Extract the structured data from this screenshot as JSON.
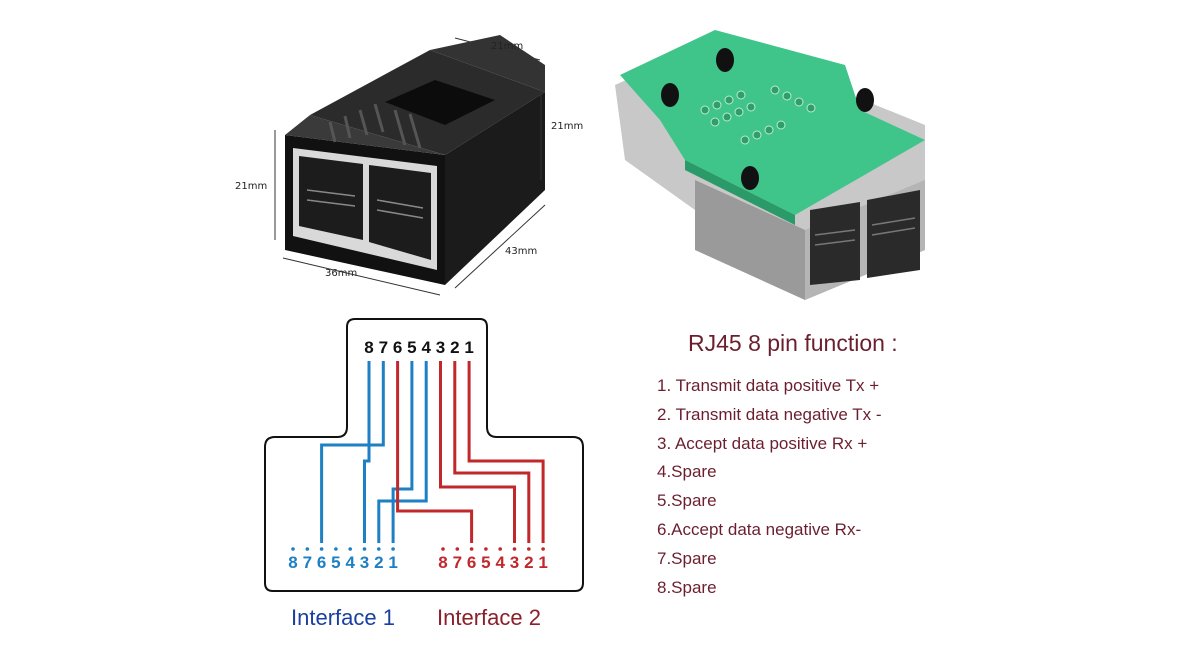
{
  "dimensions": {
    "top_width": "21mm",
    "top_right_height": "21mm",
    "left_height": "21mm",
    "depth": "43mm",
    "front_width": "36mm"
  },
  "pinout": {
    "top_pins": [
      "8",
      "7",
      "6",
      "5",
      "4",
      "3",
      "2",
      "1"
    ],
    "interface1_pins": [
      "8",
      "7",
      "6",
      "5",
      "4",
      "3",
      "2",
      "1"
    ],
    "interface2_pins": [
      "8",
      "7",
      "6",
      "5",
      "4",
      "3",
      "2",
      "1"
    ],
    "interface1_label": "Interface 1",
    "interface2_label": "Interface 2",
    "interface1_routed_pins": [
      3,
      6,
      1,
      2
    ],
    "interface2_routed_pins": [
      1,
      2,
      3,
      6
    ]
  },
  "pin_function": {
    "title": "RJ45 8 pin function :",
    "items": [
      "1. Transmit data positive Tx +",
      "2. Transmit data negative Tx -",
      "3. Accept data positive Rx +",
      "4.Spare",
      "5.Spare",
      "6.Accept data negative Rx-",
      "7.Spare",
      "8.Spare"
    ]
  },
  "colors": {
    "blue": "#1d7fc4",
    "red": "#c0282c",
    "dark_red_text": "#6b1f2e",
    "interface1_text": "#1a3fa0",
    "interface2_text": "#8b1f2a",
    "pcb_green": "#3fc48a"
  }
}
